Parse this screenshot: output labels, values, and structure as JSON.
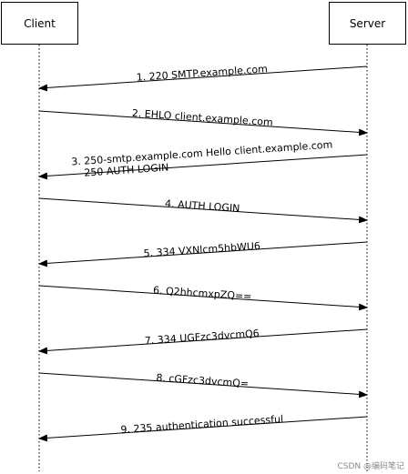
{
  "actors": {
    "client": "Client",
    "server": "Server"
  },
  "messages": [
    {
      "lines": [
        "1. 220 SMTP.example.com"
      ],
      "from": "server",
      "to": "client"
    },
    {
      "lines": [
        "2. EHLO client.example.com"
      ],
      "from": "client",
      "to": "server"
    },
    {
      "lines": [
        "3. 250-smtp.example.com Hello client.example.com",
        "250 AUTH LOGIN"
      ],
      "from": "server",
      "to": "client"
    },
    {
      "lines": [
        "4. AUTH LOGIN"
      ],
      "from": "client",
      "to": "server"
    },
    {
      "lines": [
        "5. 334 VXNlcm5hbWU6"
      ],
      "from": "server",
      "to": "client"
    },
    {
      "lines": [
        "6. Q2hhcmxpZQ=="
      ],
      "from": "client",
      "to": "server"
    },
    {
      "lines": [
        "7. 334 UGFzc3dvcmQ6"
      ],
      "from": "server",
      "to": "client"
    },
    {
      "lines": [
        "8. cGFzc3dvcmQ="
      ],
      "from": "client",
      "to": "server"
    },
    {
      "lines": [
        "9. 235 authentication successful"
      ],
      "from": "server",
      "to": "client"
    }
  ],
  "watermark": "CSDN @编码笔记"
}
